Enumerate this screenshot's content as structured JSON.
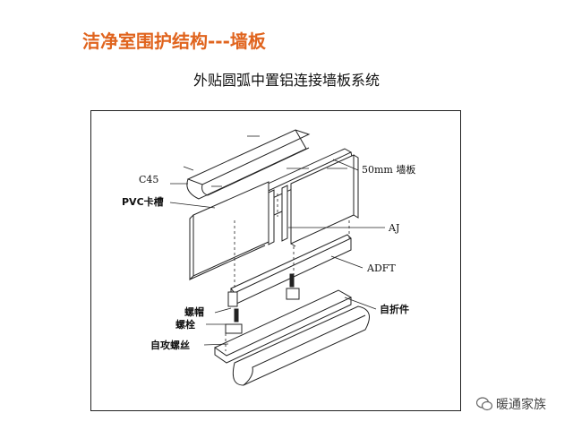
{
  "slide": {
    "title": "洁净室围护结构---墙板"
  },
  "diagram": {
    "title": "外贴圆弧中置铝连接墙板系统",
    "labels": {
      "c45": "C45",
      "pvc": "PVC卡槽",
      "panel": "50mm 墙板",
      "aj": "AJ",
      "adft": "ADFT",
      "bracket": "自折件",
      "cap": "螺帽",
      "bolt": "螺栓",
      "screw": "自攻螺丝"
    }
  },
  "watermark": {
    "text": "暖通家族",
    "icon": "wechat-icon"
  },
  "colors": {
    "title": "#e0641e",
    "line": "#222222"
  }
}
